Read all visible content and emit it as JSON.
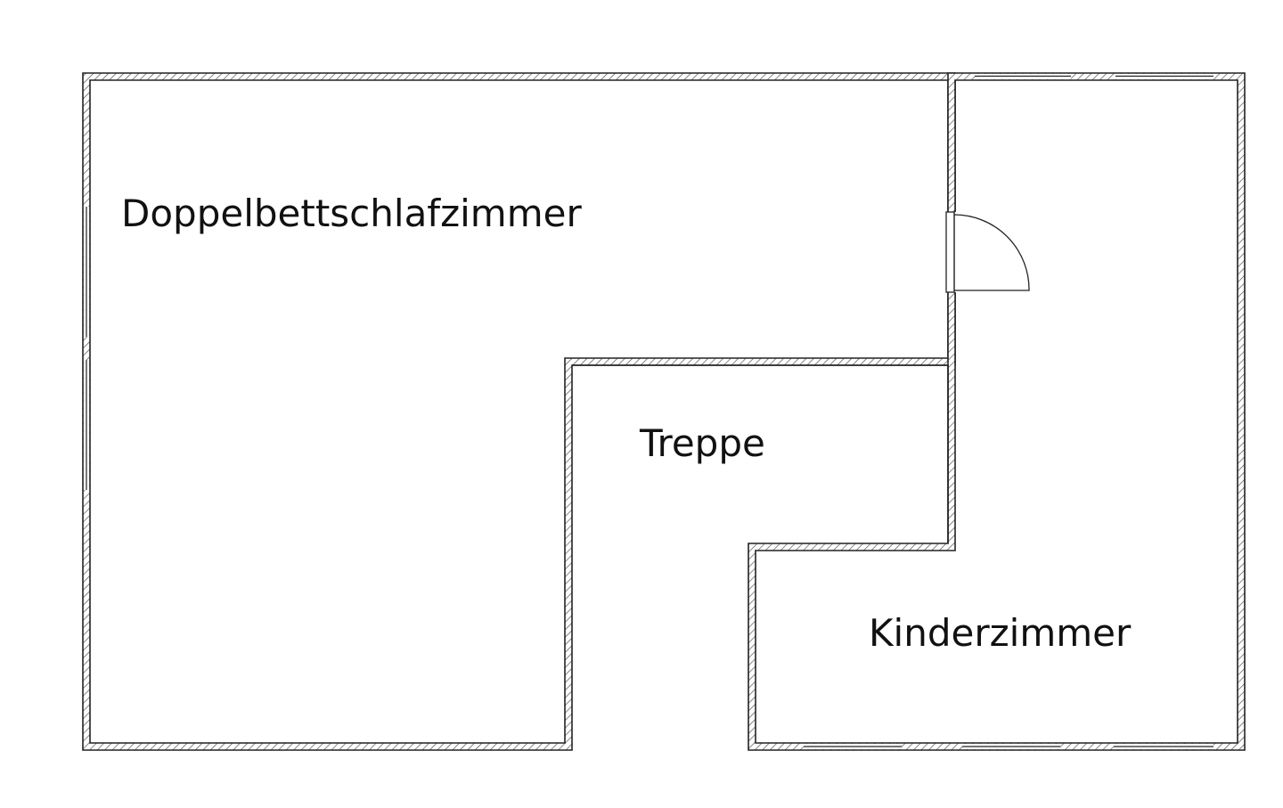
{
  "rooms": {
    "master_bedroom": "Doppelbettschlafzimmer",
    "stairs": "Treppe",
    "kids_room": "Kinderzimmer"
  },
  "colors": {
    "line": "#222222",
    "hatch": "#555555",
    "background": "#ffffff"
  }
}
